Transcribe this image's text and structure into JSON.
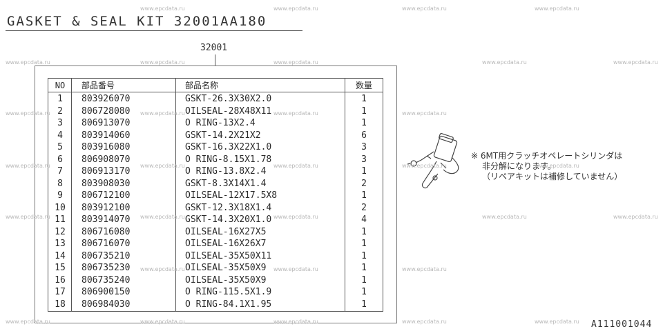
{
  "title": "GASKET  &  SEAL  KIT   32001AA180",
  "group_number": "32001",
  "table": {
    "headers": {
      "no": "NO",
      "part_number": "部品番号",
      "part_name": "部品名称",
      "qty": "数量"
    },
    "rows": [
      {
        "no": "1",
        "part_number": "803926070",
        "part_name": "GSKT-26.3X30X2.0",
        "qty": "1"
      },
      {
        "no": "2",
        "part_number": "806728080",
        "part_name": "OILSEAL-28X48X11",
        "qty": "1"
      },
      {
        "no": "3",
        "part_number": "806913070",
        "part_name": "O RING-13X2.4",
        "qty": "1"
      },
      {
        "no": "4",
        "part_number": "803914060",
        "part_name": "GSKT-14.2X21X2",
        "qty": "6"
      },
      {
        "no": "5",
        "part_number": "803916080",
        "part_name": "GSKT-16.3X22X1.0",
        "qty": "3"
      },
      {
        "no": "6",
        "part_number": "806908070",
        "part_name": "O RING-8.15X1.78",
        "qty": "3"
      },
      {
        "no": "7",
        "part_number": "806913170",
        "part_name": "O RING-13.8X2.4",
        "qty": "1"
      },
      {
        "no": "8",
        "part_number": "803908030",
        "part_name": "GSKT-8.3X14X1.4",
        "qty": "2"
      },
      {
        "no": "9",
        "part_number": "806712100",
        "part_name": "OILSEAL-12X17.5X8",
        "qty": "1"
      },
      {
        "no": "10",
        "part_number": "803912100",
        "part_name": "GSKT-12.3X18X1.4",
        "qty": "2"
      },
      {
        "no": "11",
        "part_number": "803914070",
        "part_name": "GSKT-14.3X20X1.0",
        "qty": "4"
      },
      {
        "no": "12",
        "part_number": "806716080",
        "part_name": "OILSEAL-16X27X5",
        "qty": "1"
      },
      {
        "no": "13",
        "part_number": "806716070",
        "part_name": "OILSEAL-16X26X7",
        "qty": "1"
      },
      {
        "no": "14",
        "part_number": "806735210",
        "part_name": "OILSEAL-35X50X11",
        "qty": "1"
      },
      {
        "no": "15",
        "part_number": "806735230",
        "part_name": "OILSEAL-35X50X9",
        "qty": "1"
      },
      {
        "no": "16",
        "part_number": "806735240",
        "part_name": "OILSEAL-35X50X9",
        "qty": "1"
      },
      {
        "no": "17",
        "part_number": "806900150",
        "part_name": "O RING-115.5X1.9",
        "qty": "1"
      },
      {
        "no": "18",
        "part_number": "806984030",
        "part_name": "O RING-84.1X1.95",
        "qty": "1"
      }
    ]
  },
  "note": {
    "line1": "※ 6MT用クラッチオペレートシリンダは",
    "line2": "非分解になります。",
    "line3": "（リペアキットは補修していません）"
  },
  "illustration_icon": "clutch-operating-cylinder-drawing",
  "drawing_code": "A111001044",
  "watermark": "www.epcdata.ru"
}
